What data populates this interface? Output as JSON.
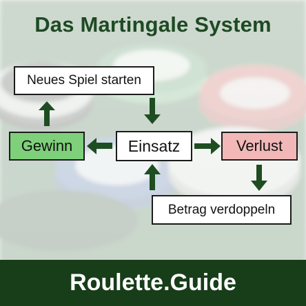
{
  "title": "Das Martingale System",
  "nodes": {
    "new_game": "Neues Spiel starten",
    "win": "Gewinn",
    "stake": "Einsatz",
    "loss": "Verlust",
    "double": "Betrag verdoppeln"
  },
  "footer": "Roulette.Guide",
  "colors": {
    "title": "#1f4a24",
    "footer_bg": "#173d19",
    "win_box": "#7fd07b",
    "loss_box": "#f2b8b8",
    "arrow": "#1e4d22"
  }
}
